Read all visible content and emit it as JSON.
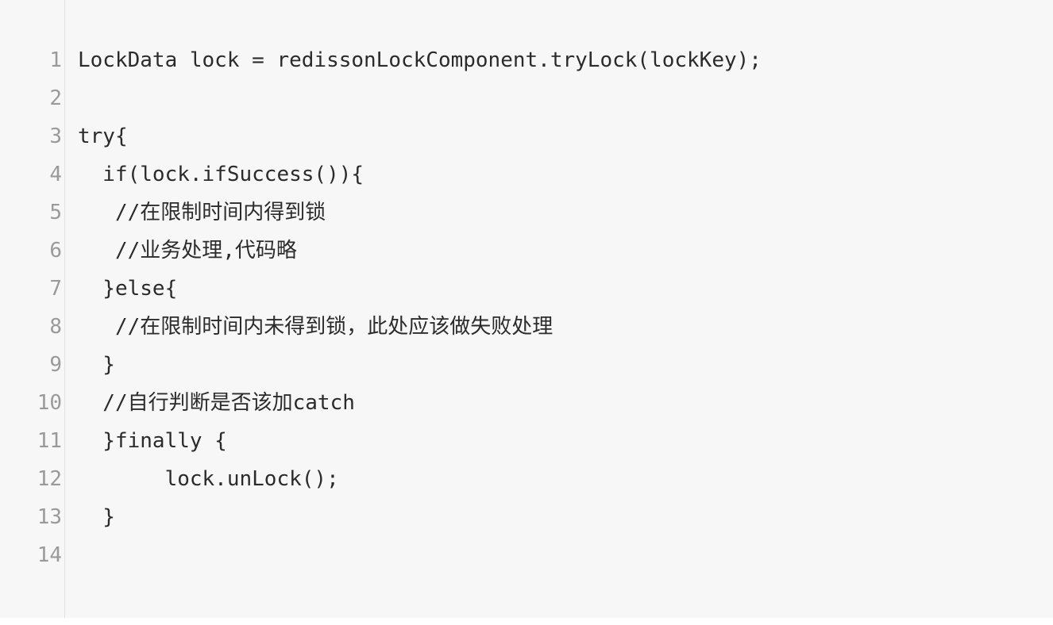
{
  "code_block": {
    "lines": [
      {
        "number": "1",
        "code": "LockData lock = redissonLockComponent.tryLock(lockKey);"
      },
      {
        "number": "2",
        "code": ""
      },
      {
        "number": "3",
        "code": "try{"
      },
      {
        "number": "4",
        "code": "  if(lock.ifSuccess()){"
      },
      {
        "number": "5",
        "code": "   //在限制时间内得到锁"
      },
      {
        "number": "6",
        "code": "   //业务处理,代码略"
      },
      {
        "number": "7",
        "code": "  }else{"
      },
      {
        "number": "8",
        "code": "   //在限制时间内未得到锁，此处应该做失败处理"
      },
      {
        "number": "9",
        "code": "  }"
      },
      {
        "number": "10",
        "code": "  //自行判断是否该加catch"
      },
      {
        "number": "11",
        "code": "  }finally {"
      },
      {
        "number": "12",
        "code": "       lock.unLock();"
      },
      {
        "number": "13",
        "code": "  }"
      },
      {
        "number": "14",
        "code": ""
      }
    ]
  }
}
